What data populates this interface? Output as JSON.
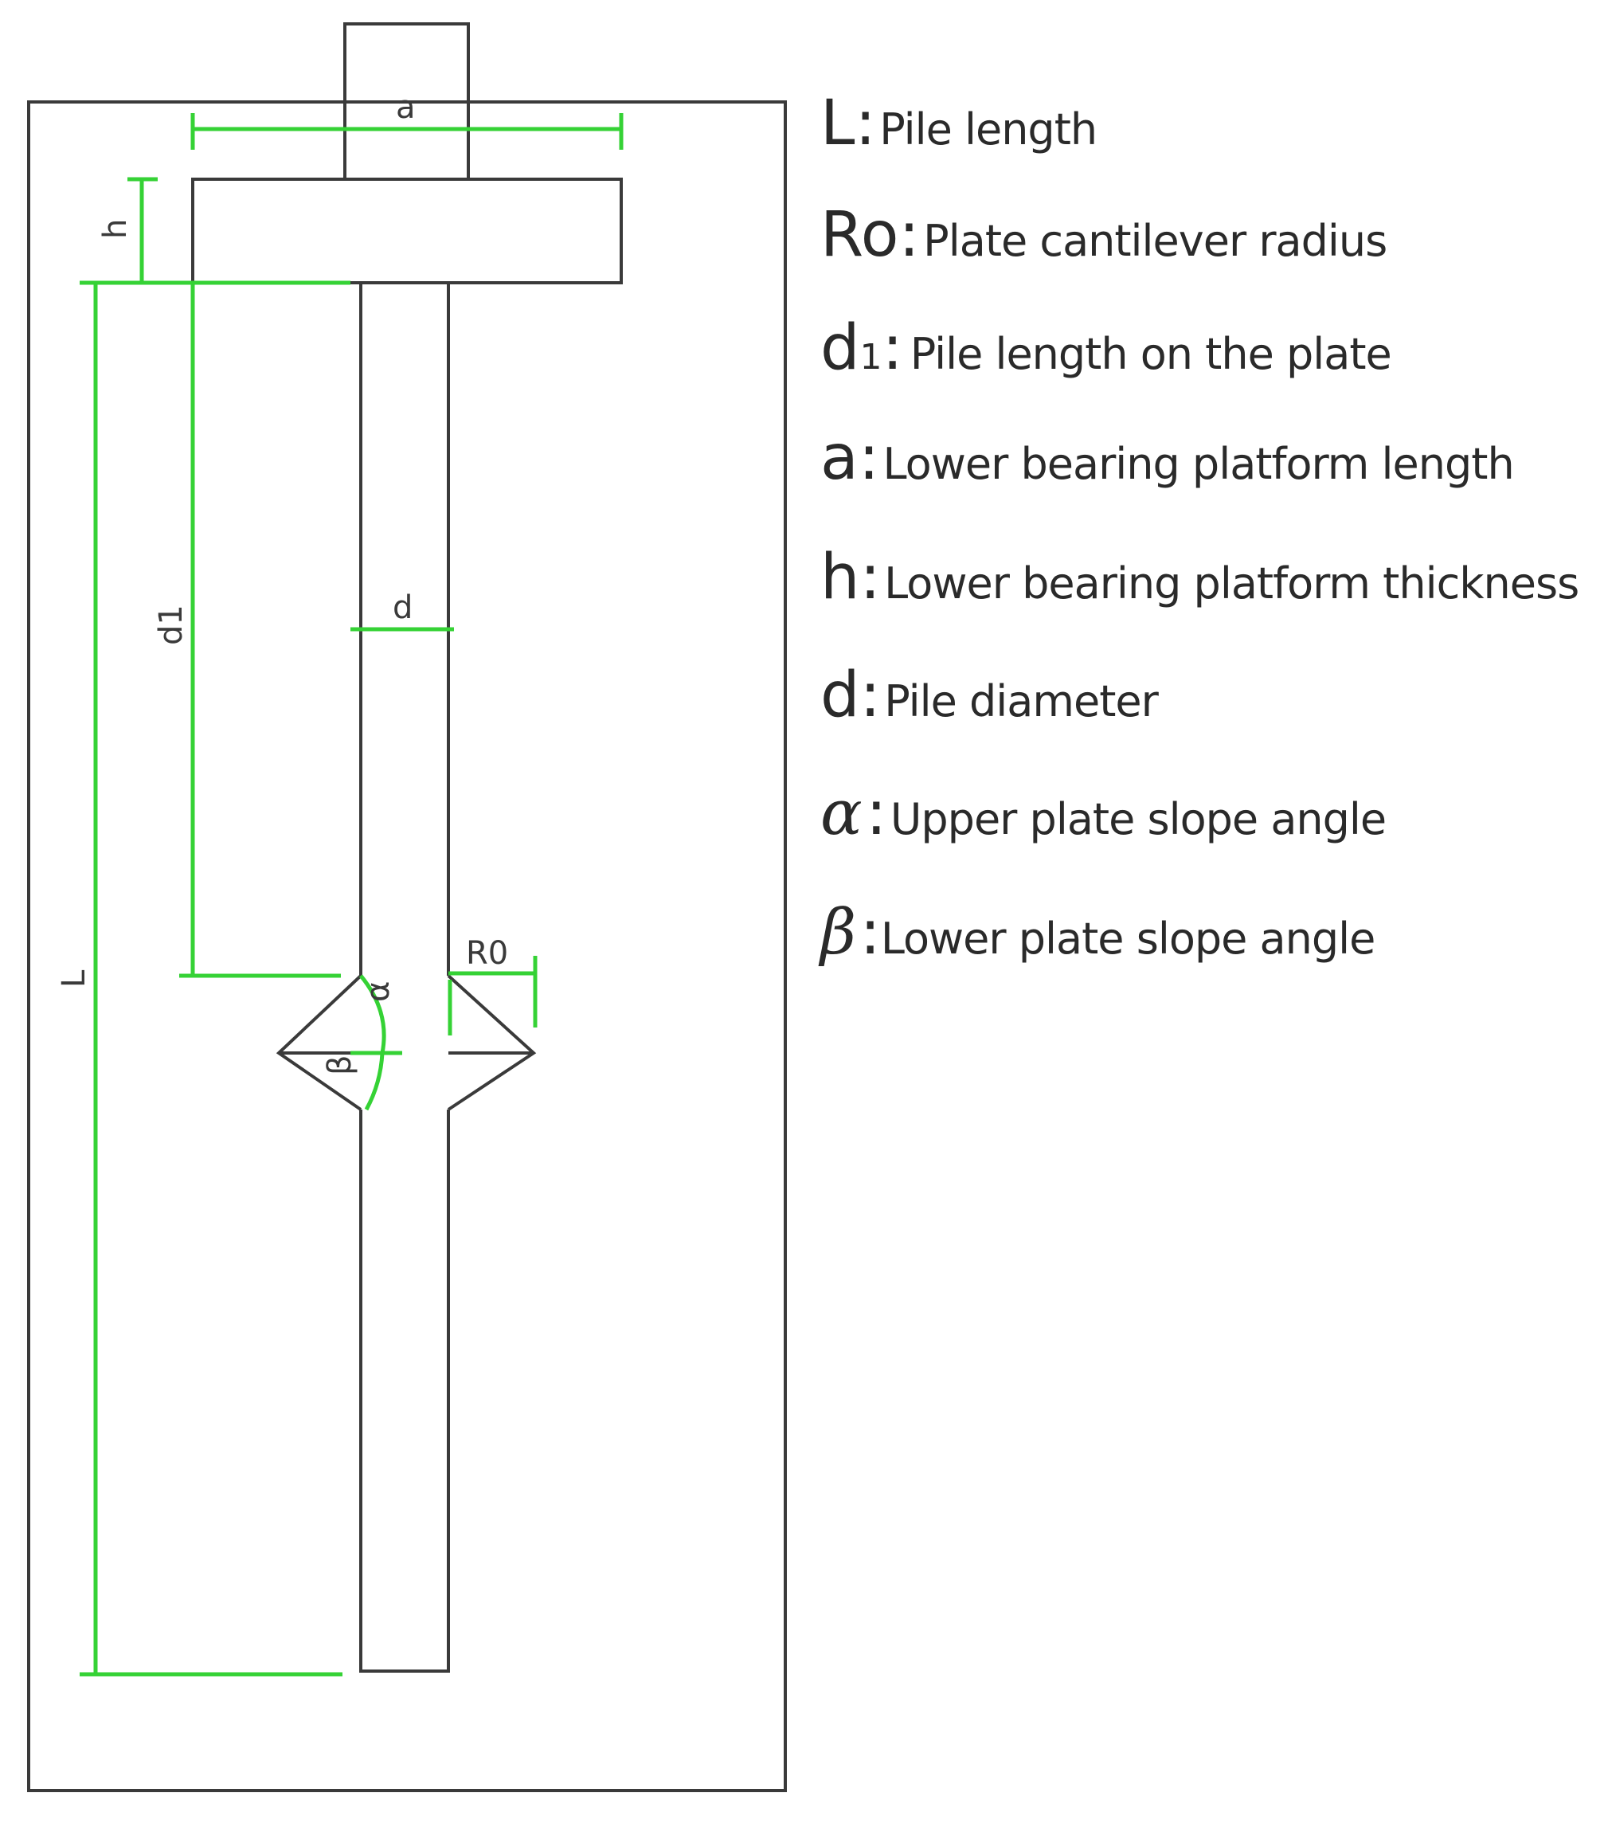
{
  "diagram": {
    "labels": {
      "a": "a",
      "h": "h",
      "d1": "d1",
      "d": "d",
      "L": "L",
      "Ro": "R0",
      "alpha": "α",
      "beta": "β"
    }
  },
  "legend": [
    {
      "symbol": "L",
      "sub": "",
      "sep": ":",
      "text": "Pile length"
    },
    {
      "symbol": "Ro",
      "sub": "",
      "sep": ":",
      "text": "Plate cantilever radius"
    },
    {
      "symbol": "d",
      "sub": "1",
      "sep": ":",
      "text": "Pile length on the plate"
    },
    {
      "symbol": "a",
      "sub": "",
      "sep": ":",
      "text": "Lower bearing platform length"
    },
    {
      "symbol": "h",
      "sub": "",
      "sep": ":",
      "text": "Lower bearing platform thickness"
    },
    {
      "symbol": "d",
      "sub": "",
      "sep": ":",
      "text": "Pile diameter"
    },
    {
      "symbol": "α",
      "sub": "",
      "sep": ":",
      "text": "Upper plate slope angle"
    },
    {
      "symbol": "β",
      "sub": "",
      "sep": ":",
      "text": "Lower plate slope angle"
    }
  ],
  "colors": {
    "dimension_line": "#35d235",
    "outline": "#3a3a3a"
  }
}
